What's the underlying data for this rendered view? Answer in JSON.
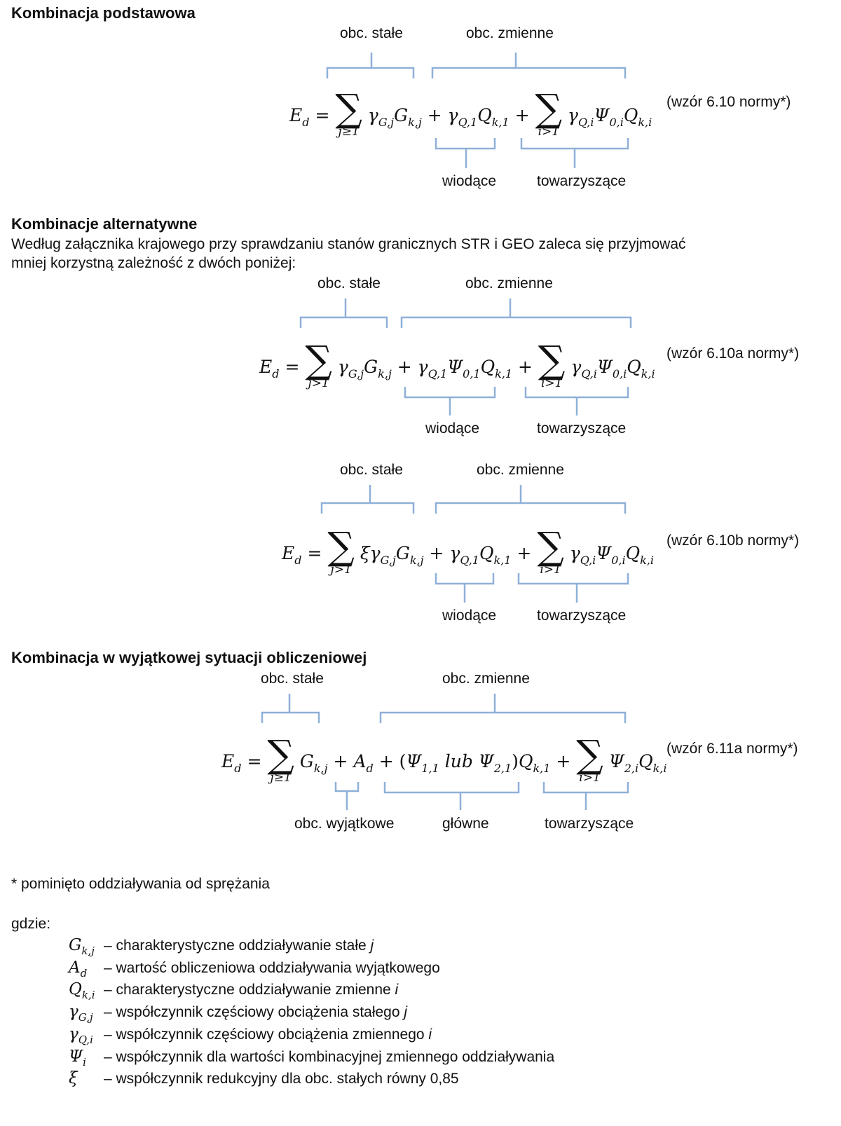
{
  "section1": {
    "heading": "Kombinacja podstawowa",
    "label_permanent": "obc. stałe",
    "label_variable": "obc. zmienne",
    "label_leading": "wiodące",
    "label_accompanying": "towarzyszące",
    "tag": "(wzór 6.10 normy*)",
    "sum1_limit": "j≥1",
    "sum2_limit": "i>1"
  },
  "section2": {
    "heading": "Kombinacje alternatywne",
    "intro_line1": "Według załącznika krajowego przy sprawdzaniu stanów granicznych STR i GEO zaleca się przyjmować",
    "intro_line2": "mniej korzystną zależność z dwóch poniżej:",
    "eqA": {
      "label_permanent": "obc. stałe",
      "label_variable": "obc. zmienne",
      "label_leading": "wiodące",
      "label_accompanying": "towarzyszące",
      "tag": "(wzór 6.10a normy*)",
      "sum1_limit": "j>1",
      "sum2_limit": "i>1"
    },
    "eqB": {
      "label_permanent": "obc. stałe",
      "label_variable": "obc. zmienne",
      "label_leading": "wiodące",
      "label_accompanying": "towarzyszące",
      "tag": "(wzór 6.10b normy*)",
      "sum1_limit": "j>1",
      "sum2_limit": "i>1"
    }
  },
  "section3": {
    "heading": "Kombinacja w wyjątkowej sytuacji obliczeniowej",
    "label_permanent": "obc. stałe",
    "label_variable": "obc. zmienne",
    "label_accidental": "obc. wyjątkowe",
    "label_main": "główne",
    "label_accompanying": "towarzyszące",
    "tag": "(wzór 6.11a normy*)",
    "sum1_limit": "j≥1",
    "sum2_limit": "i>1",
    "or_word": "lub"
  },
  "footnote": "* pominięto oddziaływania od sprężania",
  "where_label": "gdzie:",
  "definitions": [
    {
      "base": "G",
      "sub": "k,j",
      "dash": "–",
      "text": "charakterystyczne oddziaływanie stałe ",
      "var": "j"
    },
    {
      "base": "A",
      "sub": "d",
      "dash": "–",
      "text": "wartość obliczeniowa oddziaływania wyjątkowego",
      "var": ""
    },
    {
      "base": "Q",
      "sub": "k,i",
      "dash": "–",
      "text": "charakterystyczne oddziaływanie zmienne ",
      "var": "i"
    },
    {
      "base": "γ",
      "sub": "G,j",
      "dash": "–",
      "text": "współczynnik częściowy obciążenia stałego ",
      "var": "j"
    },
    {
      "base": "γ",
      "sub": "Q,i",
      "dash": "–",
      "text": "współczynnik częściowy obciążenia zmiennego ",
      "var": "i"
    },
    {
      "base": "Ψ",
      "sub": "i",
      "dash": "–",
      "text": "współczynnik dla wartości kombinacyjnej zmiennego oddziaływania",
      "var": ""
    },
    {
      "base": "ξ",
      "sub": "",
      "dash": "–",
      "text": "współczynnik redukcyjny dla obc. stałych równy 0,85",
      "var": ""
    }
  ],
  "colors": {
    "brace": "#8fb0d8",
    "text": "#111111"
  }
}
